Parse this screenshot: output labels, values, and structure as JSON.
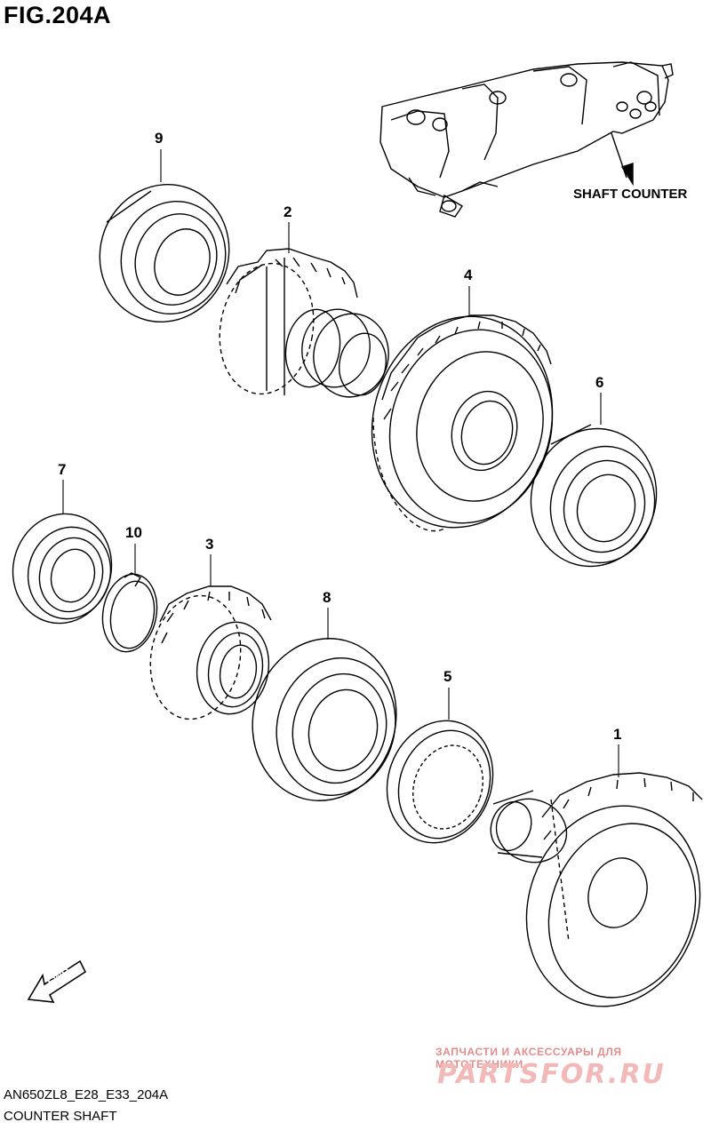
{
  "figure": {
    "title": "FIG.204A"
  },
  "callouts": [
    {
      "id": "9",
      "label": "9"
    },
    {
      "id": "2",
      "label": "2"
    },
    {
      "id": "4",
      "label": "4"
    },
    {
      "id": "6",
      "label": "6"
    },
    {
      "id": "7",
      "label": "7"
    },
    {
      "id": "10",
      "label": "10"
    },
    {
      "id": "3",
      "label": "3"
    },
    {
      "id": "8",
      "label": "8"
    },
    {
      "id": "5",
      "label": "5"
    },
    {
      "id": "1",
      "label": "1"
    }
  ],
  "assembly": {
    "label": "SHAFT COUNTER"
  },
  "direction": {
    "label": "FWD"
  },
  "watermark": {
    "tagline": "ЗАПЧАСТИ И АКСЕССУАРЫ ДЛЯ МОТОТЕХНИКИ",
    "site": "PARTSFOR.RU"
  },
  "footer": {
    "code": "AN650ZL8_E28_E33_204A",
    "name": "COUNTER SHAFT"
  }
}
